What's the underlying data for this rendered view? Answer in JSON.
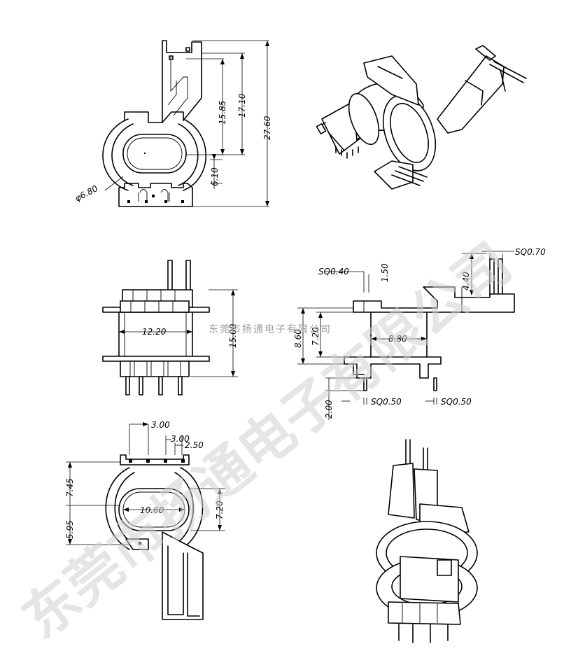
{
  "watermark": {
    "large_text": "东莞市扬通电子有限公司",
    "small_text": "东莞市扬通电子有限公司"
  },
  "dimensions": {
    "top_view": {
      "d1": "15.85",
      "d2": "17.10",
      "d3": "27.60",
      "d4": "6.10",
      "d5": "φ6.80"
    },
    "front_view": {
      "width": "12.20",
      "height": "15.00"
    },
    "side_view": {
      "sq040": "SQ0.40",
      "d150": "1.50",
      "sq070": "SQ0.70",
      "d440": "4.40",
      "d880": "8.80",
      "d860": "8.60",
      "d720": "7.20",
      "d200": "2.00",
      "sq050_left": "SQ0.50",
      "sq050_right": "SQ0.50"
    },
    "bottom_view": {
      "pitch1": "3.00",
      "pitch2": "3.00",
      "d250": "2.50",
      "d745": "7.45",
      "d595": "5.95",
      "d1060": "10.60",
      "d720": "7.20"
    }
  }
}
